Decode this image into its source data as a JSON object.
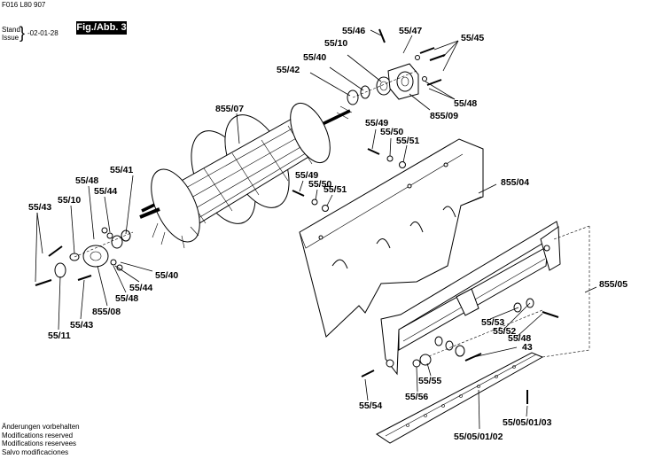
{
  "header": {
    "doc_number": "F016 L80 907",
    "stand_label": "Stand",
    "issue_label": "Issue",
    "date": "-02-01-28",
    "figure": "Fig./Abb. 3"
  },
  "notes": [
    "Änderungen vorbehalten",
    "Modifications reserved",
    "Modifications reservees",
    "Salvo modificaciones"
  ],
  "labels": {
    "p55_46": "55/46",
    "p55_47": "55/47",
    "p55_45": "55/45",
    "p55_10_top": "55/10",
    "p55_40_top": "55/40",
    "p55_42": "55/42",
    "p55_48_top": "55/48",
    "p855_09": "855/09",
    "p855_07": "855/07",
    "p55_49_a": "55/49",
    "p55_50_a": "55/50",
    "p55_51_a": "55/51",
    "p55_49_b": "55/49",
    "p55_50_b": "55/50",
    "p55_51_b": "55/51",
    "p855_04": "855/04",
    "p55_41": "55/41",
    "p55_48_left": "55/48",
    "p55_44_left": "55/44",
    "p55_10_left": "55/10",
    "p55_43_a": "55/43",
    "p55_40_bot": "55/40",
    "p55_44_bot": "55/44",
    "p55_48_bot": "55/48",
    "p855_08": "855/08",
    "p55_43_b": "55/43",
    "p55_11": "55/11",
    "p855_05": "855/05",
    "p55_53": "55/53",
    "p55_52": "55/52",
    "p55_48_right": "55/48",
    "p43": "43",
    "p55_55": "55/55",
    "p55_56": "55/56",
    "p55_54": "55/54",
    "p55_05_01_03": "55/05/01/03",
    "p55_05_01_02": "55/05/01/02"
  }
}
